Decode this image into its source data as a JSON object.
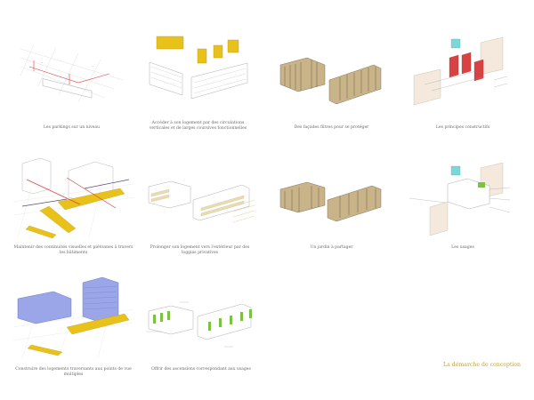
{
  "colors": {
    "accent_yellow": "#e8c21a",
    "accent_red": "#d84242",
    "accent_blue": "#9aa6e8",
    "accent_green": "#7cc242",
    "accent_cyan": "#7fd6d6",
    "facade_tan": "#c9b48a",
    "facade_dark": "#6b5a45",
    "title_gold": "#c8a22a"
  },
  "panels": [
    {
      "caption": "Les parkings sur un niveau"
    },
    {
      "caption": "Accéder à son logement par des  circulations verticales et de larges coursives fonctionnelles"
    },
    {
      "caption": "Des façades filtres pour se protéger"
    },
    {
      "caption": "Les principes constructifs"
    },
    {
      "caption": "Maintenir des continuités visuelles et piétonnes à travers les bâtiments"
    },
    {
      "caption": "Prolonger son logement vers l'extérieur par des loggias privatives"
    },
    {
      "caption": "Un jardin à partager"
    },
    {
      "caption": "Les usages"
    },
    {
      "caption": "Construire des logements traversants aux points de vue multiples"
    },
    {
      "caption": "Offrir des ascensions correspondant aux usages"
    }
  ],
  "final_title": "La démarche de conception"
}
